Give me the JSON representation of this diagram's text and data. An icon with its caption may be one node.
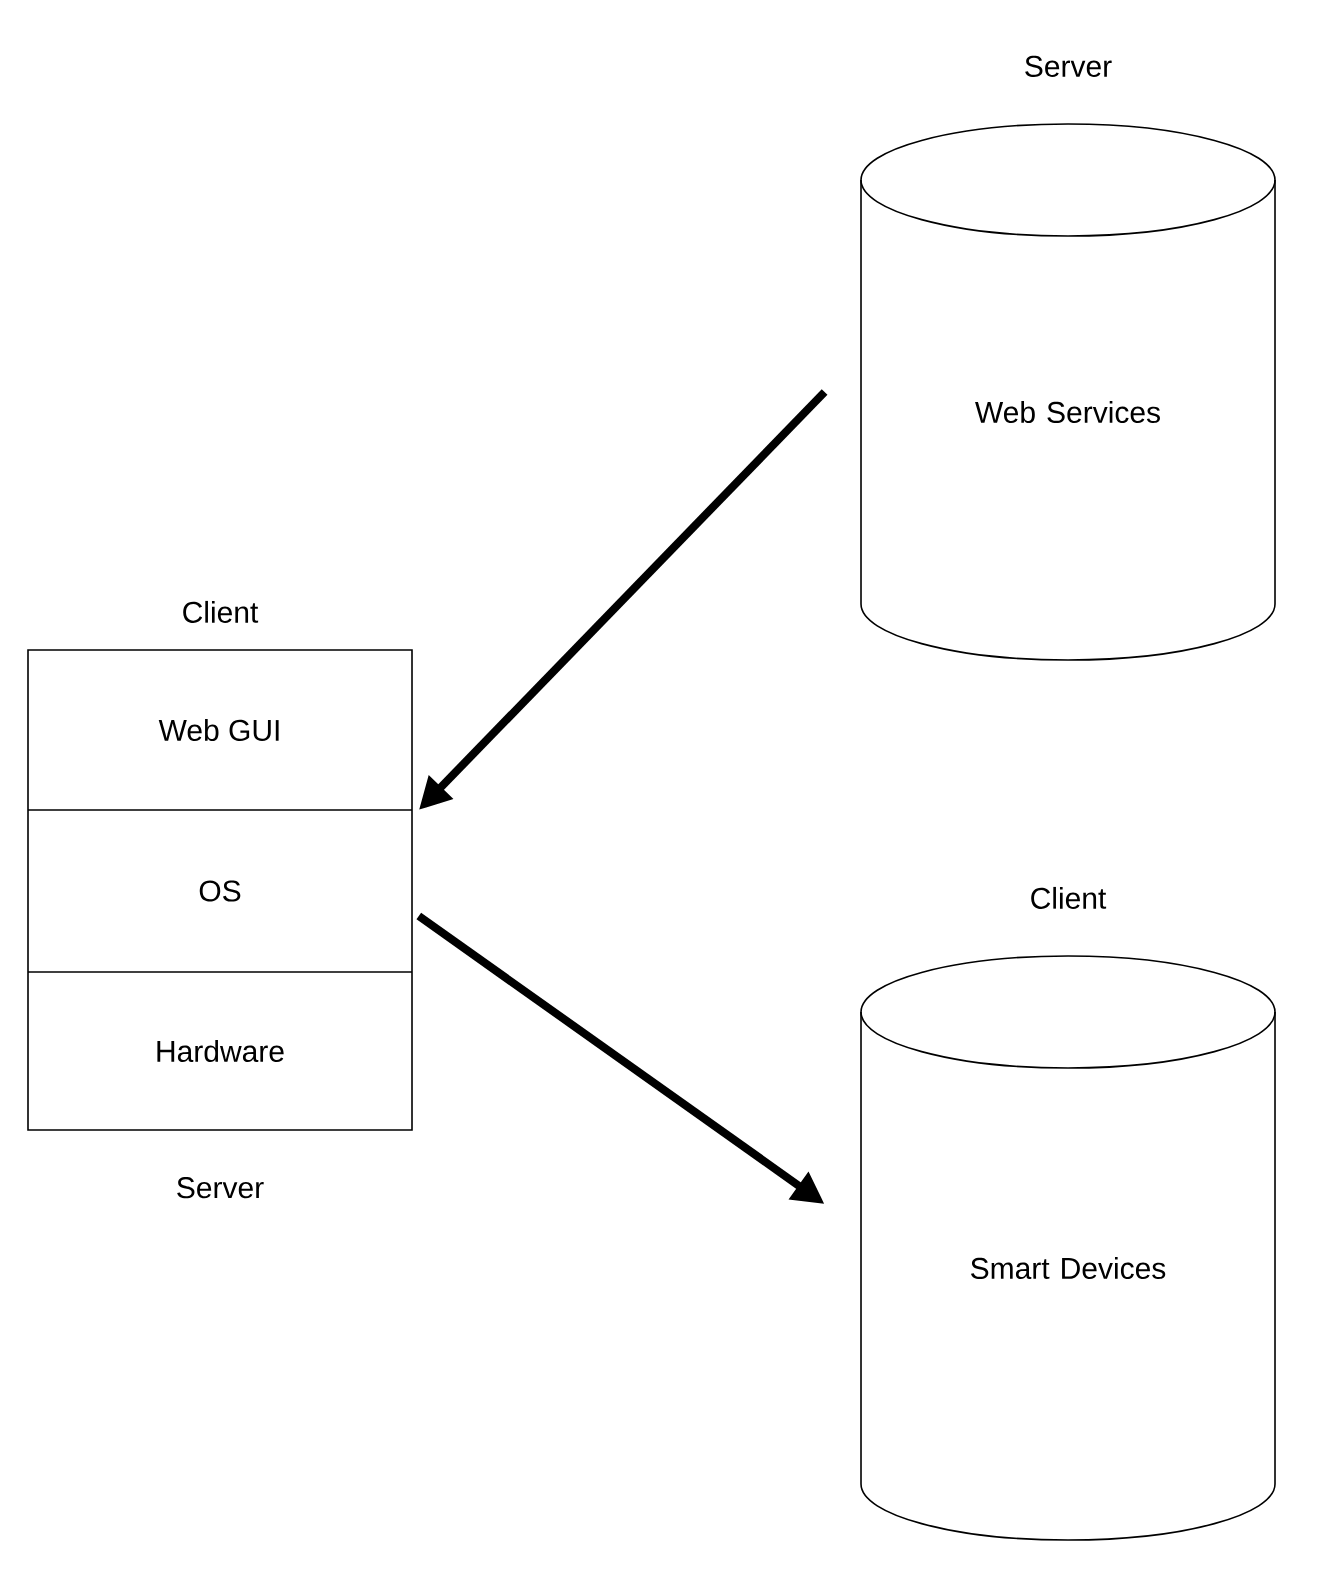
{
  "diagram": {
    "nodes": [
      {
        "text": [
          "Server",
          "Web Services"
        ]
      },
      {
        "text": [
          "Client"
        ],
        "beside": [
          "Server"
        ]
      },
      {
        "text": [
          "Web GUI"
        ],
        "in": 1
      },
      {
        "text": [
          "OS"
        ],
        "in": 1
      },
      {
        "text": [
          "Hardware"
        ],
        "in": 1
      },
      {
        "text": [
          "Client",
          "Smart Devices"
        ]
      }
    ],
    "edges": [
      {
        "from": 0,
        "to": 1,
        "arrow": "to"
      },
      {
        "from": 1,
        "to": 5,
        "arrow": "to"
      }
    ]
  }
}
